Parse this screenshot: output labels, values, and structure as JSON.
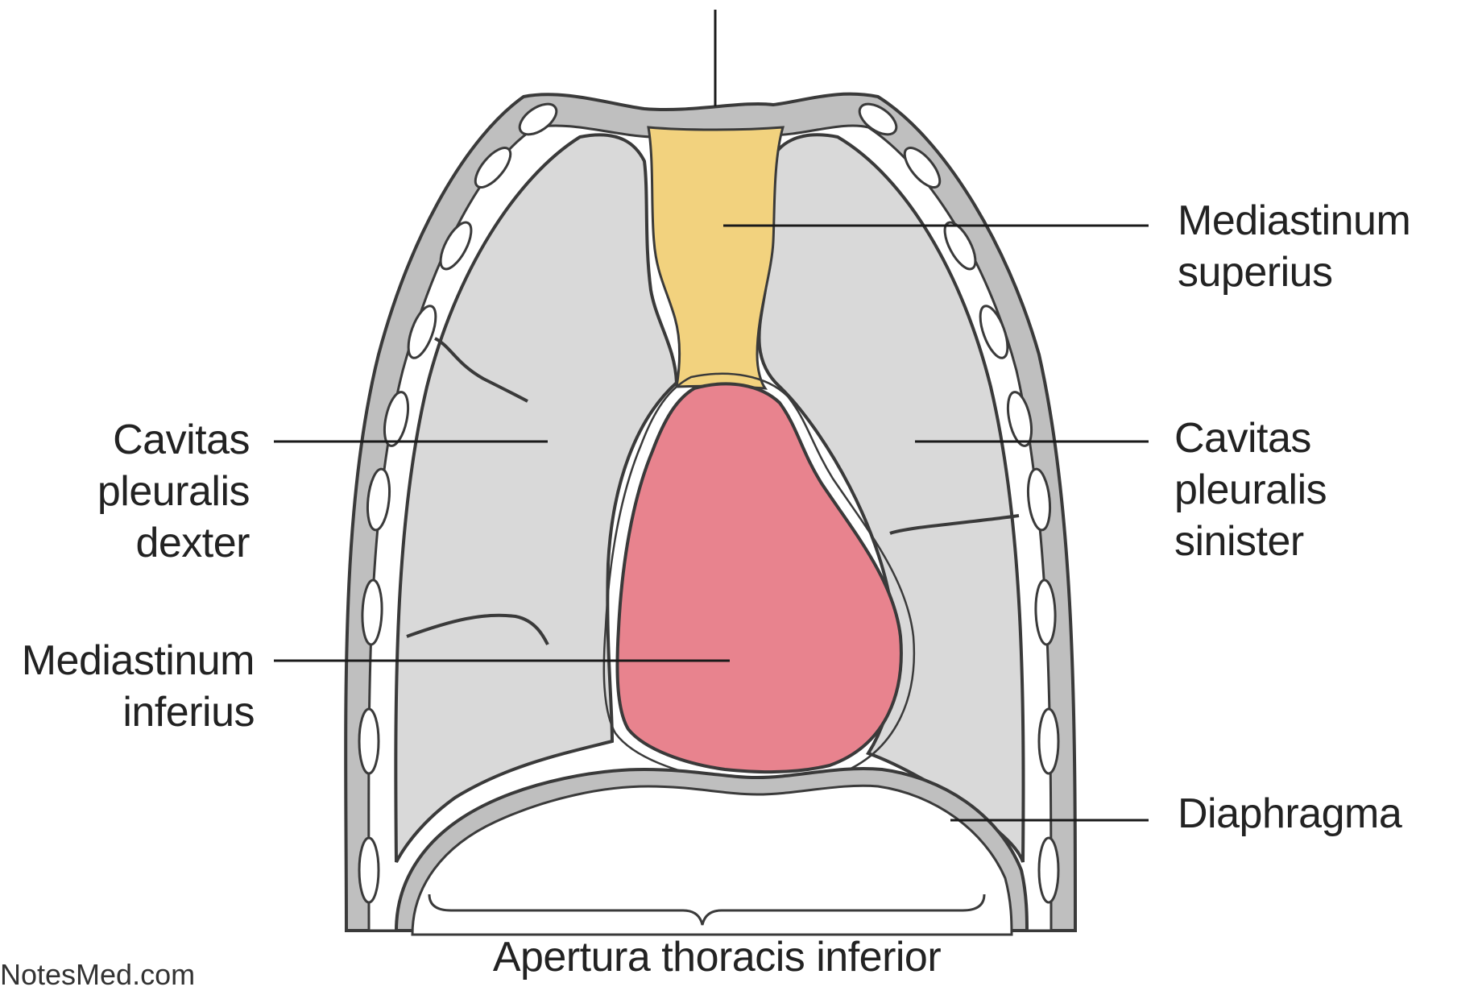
{
  "colors": {
    "pleural_cavity_fill": "#d9d9d9",
    "mediastinum_superius_fill": "#f2d27e",
    "mediastinum_inferius_fill": "#e8838e",
    "wall_fill": "#bfbfbf",
    "outline": "#3a3a3a",
    "leader_line": "#1a1a1a",
    "text": "#222222"
  },
  "labels": {
    "mediastinum_superius": "Mediastinum\nsuperius",
    "cavitas_pleuralis_sinister": "Cavitas pleuralis\nsinister",
    "cavitas_pleuralis_dexter": "Cavitas\npleuralis\ndexter",
    "mediastinum_inferius": "Mediastinum\ninferius",
    "diaphragma": "Diaphragma",
    "apertura_thoracis_inferior": "Apertura thoracis inferior"
  },
  "watermark": "NotesMed.com"
}
